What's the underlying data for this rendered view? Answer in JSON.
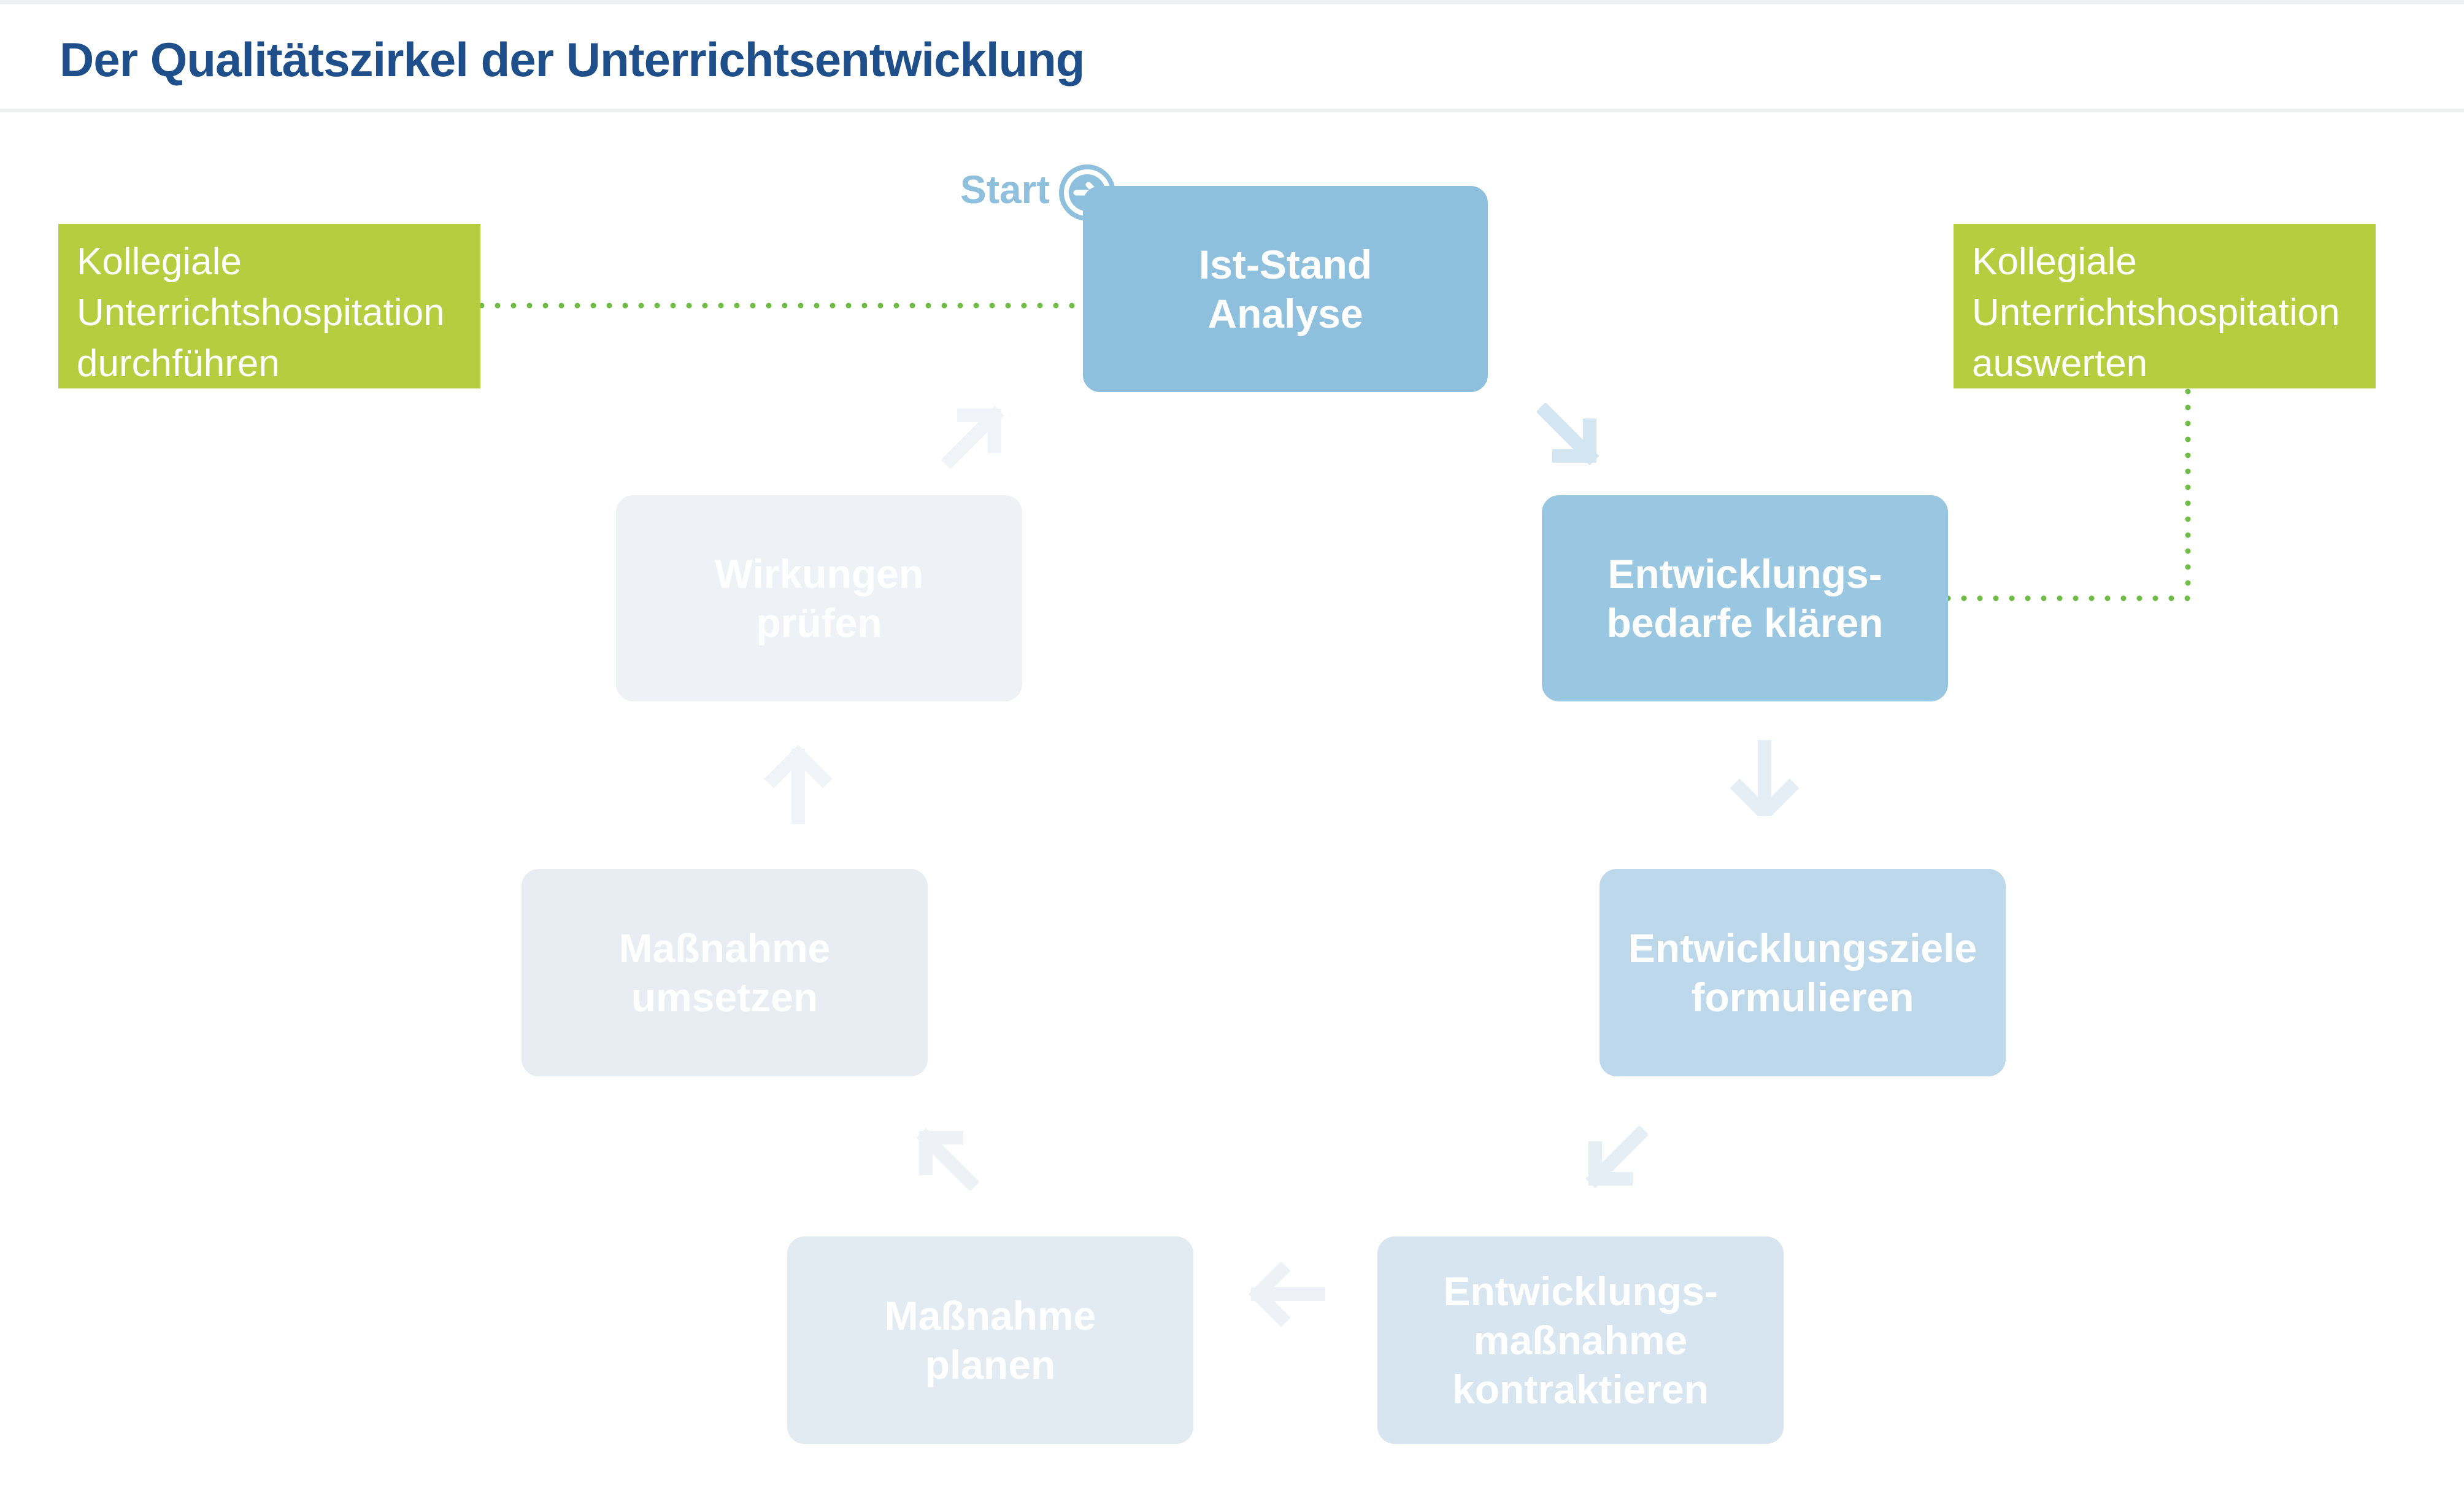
{
  "title": "Der Qualitätszirkel der Unterrichtsentwicklung",
  "start": {
    "label": "Start",
    "icon": "arrow-right-circle-icon"
  },
  "steps": {
    "ist_stand": {
      "label": "Ist-Stand\nAnalyse",
      "color": "#8ec0de"
    },
    "bedarfe": {
      "label": "Entwicklungs-\nbedarfe klären",
      "color": "#99c7e1"
    },
    "ziele": {
      "label": "Entwicklungsziele\nformulieren",
      "color": "#bcd8ea"
    },
    "massnahme_kontrakt": {
      "label": "Entwicklungs-\nmaßnahme\nkontraktieren",
      "color": "#d6e5f0"
    },
    "massnahme_planen": {
      "label": "Maßnahme\nplanen",
      "color": "#e3ebf2"
    },
    "massnahme_umsetzen": {
      "label": "Maßnahme\numsetzen",
      "color": "#e7edf3"
    },
    "wirkungen": {
      "label": "Wirkungen\nprüfen",
      "color": "#eef2f6"
    }
  },
  "notes": {
    "left": {
      "label": "Kollegiale\nUnterrichtshospitation\ndurchführen",
      "color": "#b5cd3f"
    },
    "right": {
      "label": "Kollegiale\nUnterrichtshospitation\nauswerten",
      "color": "#b5cd3f"
    }
  },
  "colors": {
    "title": "#1f4f8a",
    "connector_dotted": "#6dbb45"
  }
}
